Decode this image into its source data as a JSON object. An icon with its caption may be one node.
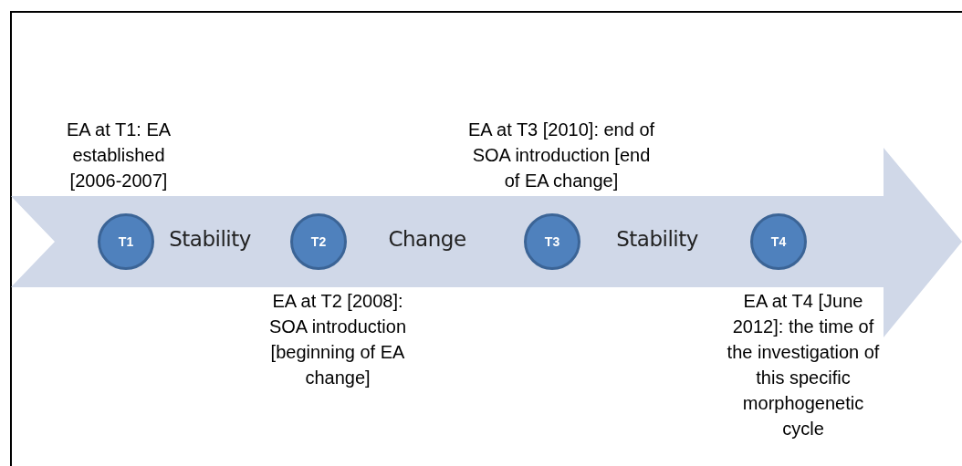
{
  "diagram": {
    "nodes": [
      {
        "text": [
          "Stability",
          "Change",
          "Stability"
        ]
      },
      {
        "text": [
          "T1"
        ],
        "in": 0,
        "beside": [
          "EA at T1: EA established [2006-2007]"
        ]
      },
      {
        "text": [
          "T2"
        ],
        "in": 0,
        "beside": [
          "EA at T2 [2008]: SOA introduction [beginning of EA change]"
        ]
      },
      {
        "text": [
          "T3"
        ],
        "in": 0,
        "beside": [
          "EA at T3 [2010]: end of SOA introduction [end of EA change]"
        ]
      },
      {
        "text": [
          "T4"
        ],
        "in": 0,
        "beside": [
          "EA at T4 [June 2012]: the time of the investigation of this specific morphogenetic cycle"
        ]
      }
    ],
    "edges": []
  }
}
